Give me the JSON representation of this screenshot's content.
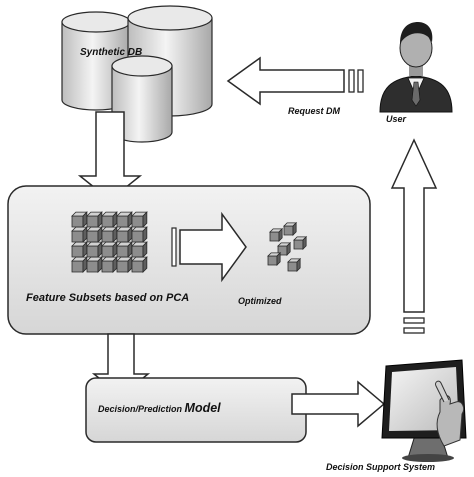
{
  "labels": {
    "synthetic_db": "Synthetic DB",
    "request_dm": "Request DM",
    "user": "User",
    "feature_subsets": "Feature Subsets based on PCA",
    "optimized": "Optimized",
    "decision_prefix": "Decision/Prediction",
    "decision_model": "Model",
    "decision_support_system": "Decision Support System"
  },
  "colors": {
    "panel_fill": "#e6e6e6",
    "stroke": "#2a2a2a",
    "arrow_fill": "#ffffff",
    "cube": "#8a8a8a",
    "screen": "#dcdcdc"
  },
  "icons": {
    "database": "database-cylinders-icon",
    "user": "businessman-avatar-icon",
    "monitor": "touchscreen-monitor-icon",
    "matrix": "cube-grid-icon",
    "optimized": "cube-cluster-icon"
  }
}
